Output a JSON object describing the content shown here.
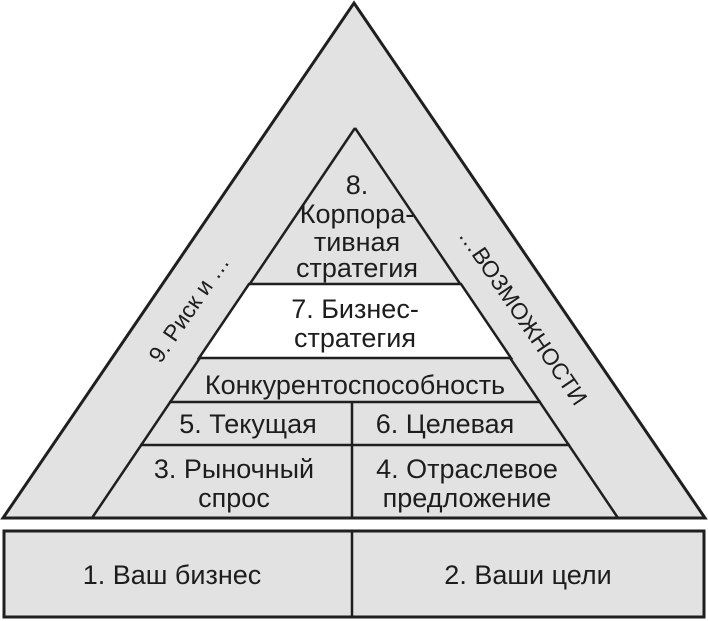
{
  "colors": {
    "shape_fill": "#e2e2e2",
    "shape_stroke": "#1f1f1f",
    "highlight_fill": "#ffffff",
    "text": "#1d1d1d",
    "background": "#ffffff"
  },
  "blocks": {
    "business": "1. Ваш бизнес",
    "goals": "2. Ваши цели",
    "market_demand": [
      "3. Рыночный",
      "спрос"
    ],
    "industry_supply": [
      "4. Отраслевое",
      "предложение"
    ],
    "current": "5. Текущая",
    "target": "6. Целевая",
    "competitiveness": "Конкурентоспособность",
    "business_strategy": [
      "7. Бизнес-",
      "стратегия"
    ],
    "corporate_strategy": [
      "8.",
      "Корпора-",
      "тивная",
      "стратегия"
    ],
    "risk": "9. Риск и …",
    "opportunities": "…ВОЗМОЖНОСТИ"
  }
}
